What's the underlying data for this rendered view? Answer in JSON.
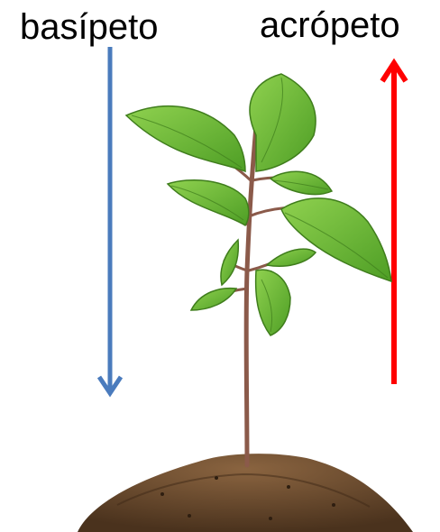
{
  "labels": {
    "left": "basípeto",
    "right": "acrópeto"
  },
  "arrows": {
    "basipetal": {
      "direction": "down",
      "color": "#4a7bbd"
    },
    "acropetal": {
      "direction": "up",
      "color": "#ff0000"
    }
  },
  "illustration": {
    "subject": "seedling-in-soil",
    "leaf_color": "#6cbf3a",
    "stem_color": "#8b5a4a",
    "soil_color": "#6b4a2e"
  }
}
